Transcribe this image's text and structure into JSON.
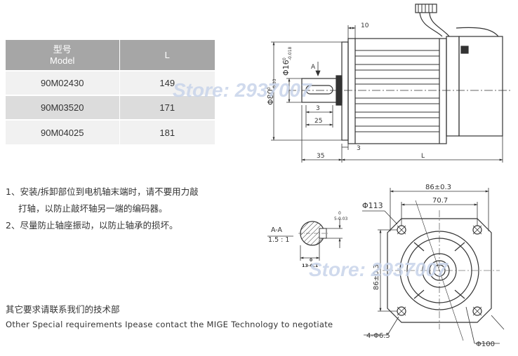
{
  "table": {
    "header_zh": "型号",
    "header_en": "Model",
    "header_l": "L",
    "rows": [
      {
        "model": "90M02430",
        "l": "149"
      },
      {
        "model": "90M03520",
        "l": "171"
      },
      {
        "model": "90M04025",
        "l": "181"
      }
    ]
  },
  "notes": {
    "line1a": "1、安装/拆卸部位到电机轴末端时，请不要用力敲",
    "line1b": "打轴，以防止敲坏轴另一端的编码器。",
    "line2": "2、尽量防止轴座振动，以防止轴承的损坏。"
  },
  "footer": {
    "zh": "其它要求请联系我们的技术部",
    "en": "Other Special requirements Ipease contact the MIGE Technology to negotiate"
  },
  "drawing": {
    "dim_10": "10",
    "dim_phi16": "Φ16",
    "dim_phi16_tol_top": "0",
    "dim_phi16_tol_bottom": "-0.018",
    "dim_phi80": "Φ80",
    "dim_phi80_tol_top": "0",
    "dim_phi80_tol_bottom": "-0.03",
    "section_marker": "A",
    "dim_3_key": "3",
    "dim_25": "25",
    "dim_3_flange": "3",
    "dim_35": "35",
    "dim_L": "L",
    "dim_86_top": "86±0.3",
    "dim_70_7": "70.7",
    "dim_phi113": "Φ113",
    "dim_86_side": "86±0.3",
    "dim_holes": "4-Φ6.5",
    "dim_phi100": "Φ100",
    "section_label": "A-A",
    "section_scale": "1.5 : 1",
    "key_tol_top": "0",
    "key_tol_bottom": "5-0.03",
    "key_depth_top": "0",
    "key_depth_bottom": "13-0.1",
    "watermark_1": "Store: 2937007",
    "watermark_2": "Store: 2937007"
  }
}
